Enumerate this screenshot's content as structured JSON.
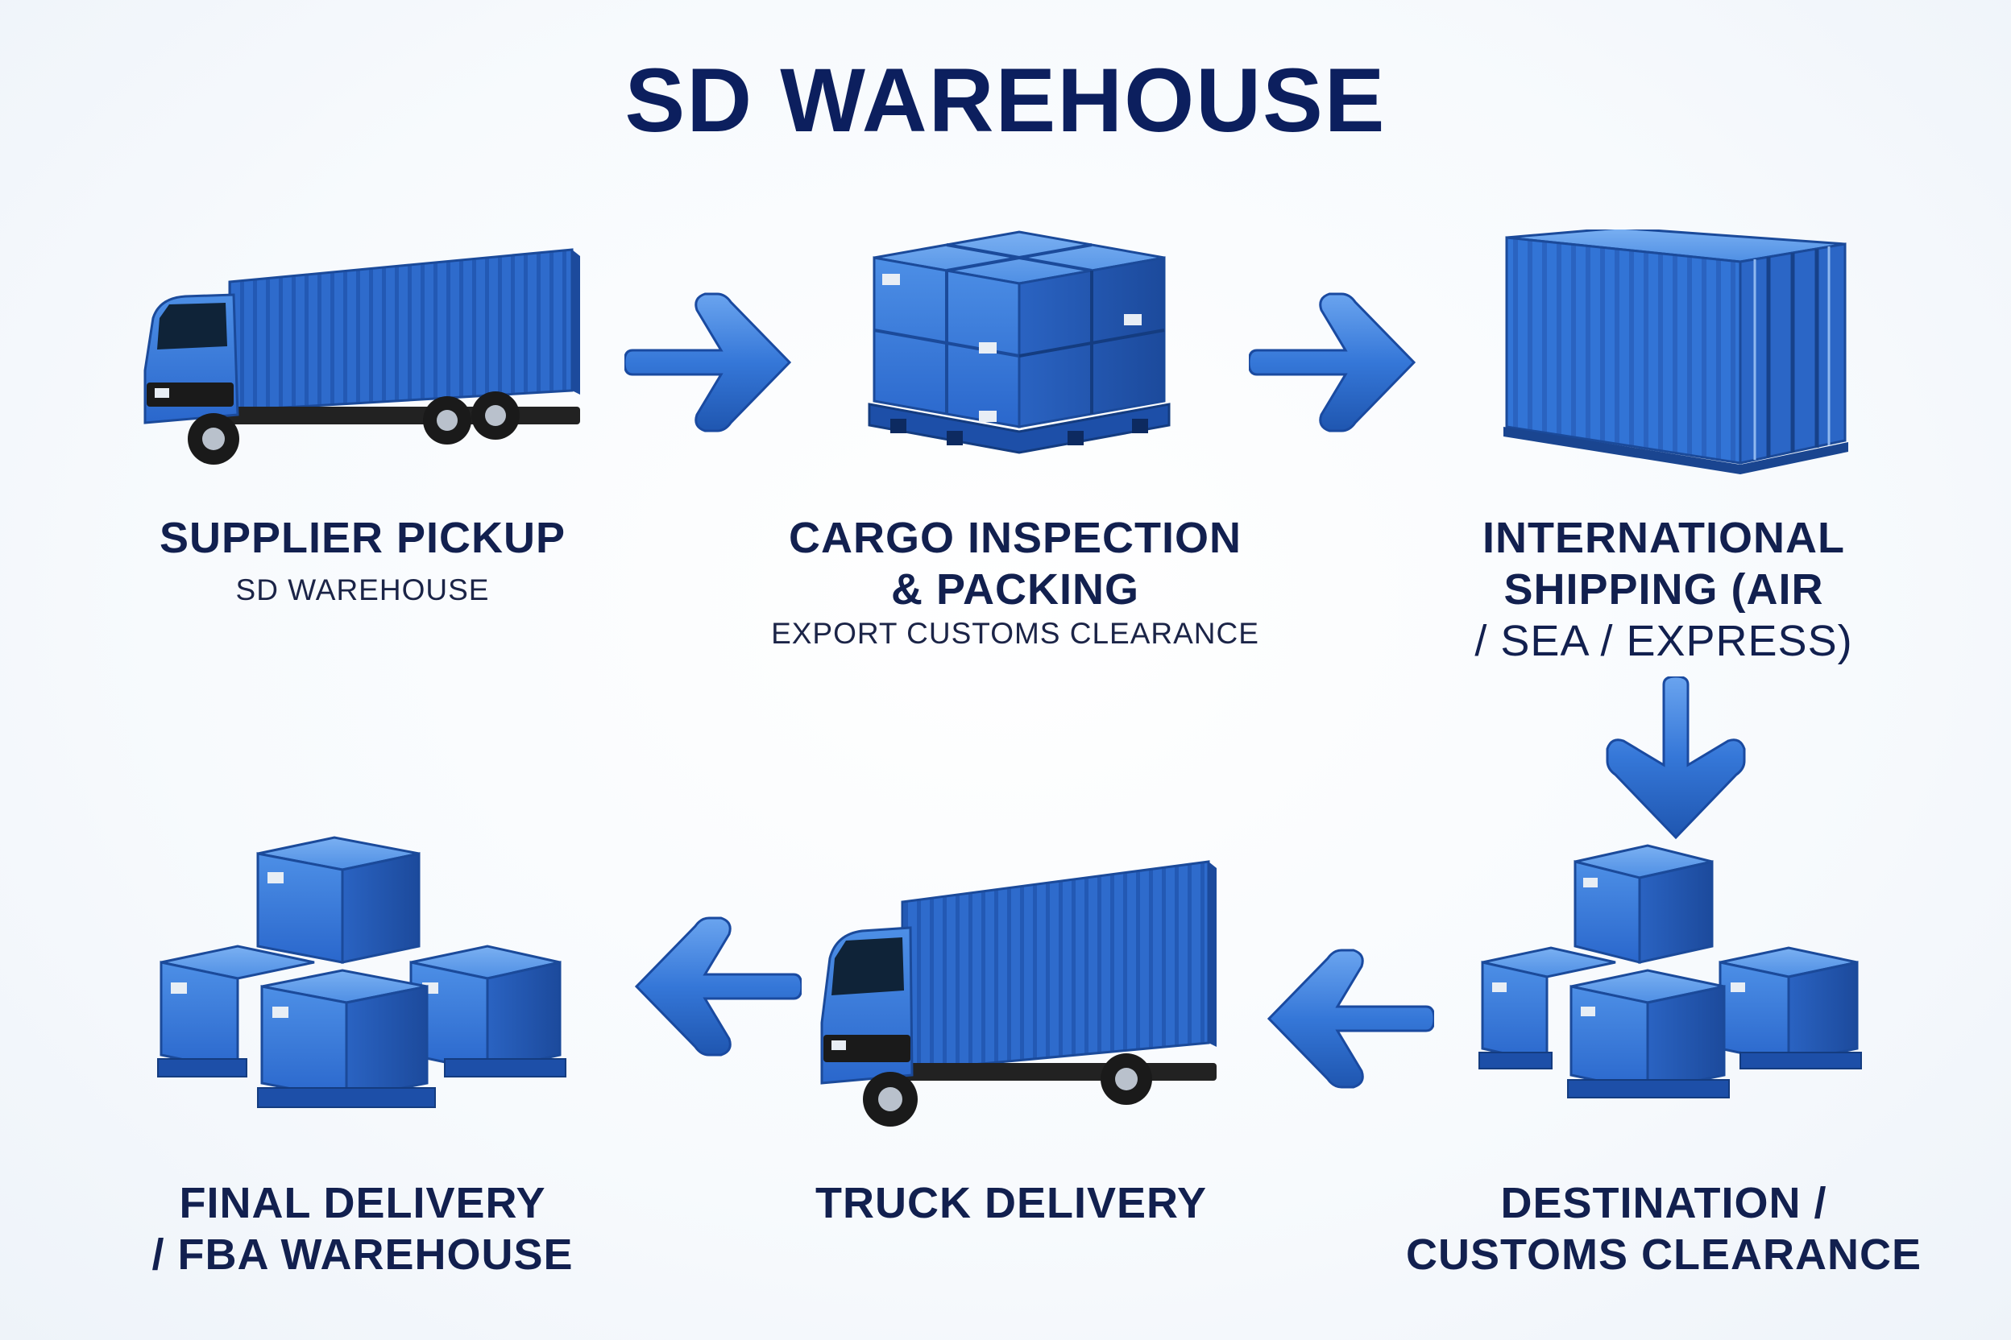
{
  "title": "SD WAREHOUSE",
  "steps": [
    {
      "id": "supplier",
      "label_lines": [
        "SUPPLIER PICKUP"
      ],
      "sub": "SD WAREHOUSE",
      "icon": "truck-icon"
    },
    {
      "id": "inspection",
      "label_lines": [
        "CARGO INSPECTION",
        "& PACKING"
      ],
      "sub": "EXPORT CUSTOMS CLEARANCE",
      "icon": "pallet-boxes-icon"
    },
    {
      "id": "international",
      "label_lines": [
        "INTERNATIONAL",
        "SHIPPING (AIR",
        "/ SEA / EXPRESS)"
      ],
      "sub": "",
      "icon": "shipping-container-icon"
    },
    {
      "id": "destination",
      "label_lines": [
        "DESTINATION /",
        "CUSTOMS CLEARANCE"
      ],
      "sub": "",
      "icon": "stacked-boxes-icon"
    },
    {
      "id": "truck",
      "label_lines": [
        "TRUCK DELIVERY"
      ],
      "sub": "",
      "icon": "truck-icon"
    },
    {
      "id": "final",
      "label_lines": [
        "FINAL DELIVERY",
        "/ FBA WAREHOUSE"
      ],
      "sub": "",
      "icon": "stacked-boxes-icon"
    }
  ],
  "colors": {
    "title": "#0c1f5e",
    "label": "#12204f",
    "accent": "#2f6fd6",
    "accent_dark": "#1d4fa8",
    "accent_light": "#5a97ea"
  }
}
